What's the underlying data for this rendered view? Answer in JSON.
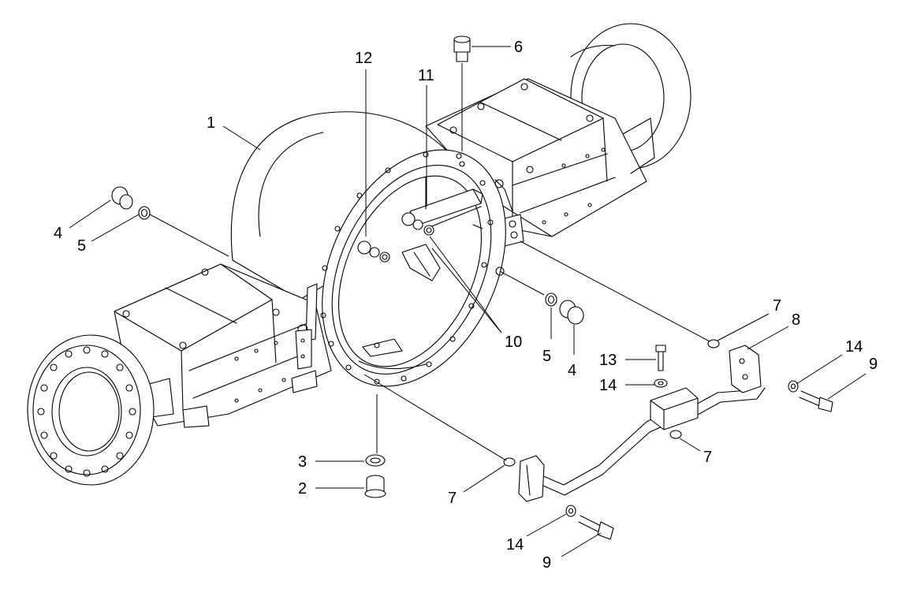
{
  "callouts": [
    {
      "id": "c1",
      "text": "1"
    },
    {
      "id": "c2",
      "text": "2"
    },
    {
      "id": "c3",
      "text": "3"
    },
    {
      "id": "c4a",
      "text": "4"
    },
    {
      "id": "c4b",
      "text": "4"
    },
    {
      "id": "c5a",
      "text": "5"
    },
    {
      "id": "c5b",
      "text": "5"
    },
    {
      "id": "c6",
      "text": "6"
    },
    {
      "id": "c7a",
      "text": "7"
    },
    {
      "id": "c7b",
      "text": "7"
    },
    {
      "id": "c7c",
      "text": "7"
    },
    {
      "id": "c8",
      "text": "8"
    },
    {
      "id": "c9a",
      "text": "9"
    },
    {
      "id": "c9b",
      "text": "9"
    },
    {
      "id": "c10",
      "text": "10"
    },
    {
      "id": "c11",
      "text": "11"
    },
    {
      "id": "c12",
      "text": "12"
    },
    {
      "id": "c13",
      "text": "13"
    },
    {
      "id": "c14a",
      "text": "14"
    },
    {
      "id": "c14b",
      "text": "14"
    },
    {
      "id": "c14c",
      "text": "14"
    }
  ]
}
